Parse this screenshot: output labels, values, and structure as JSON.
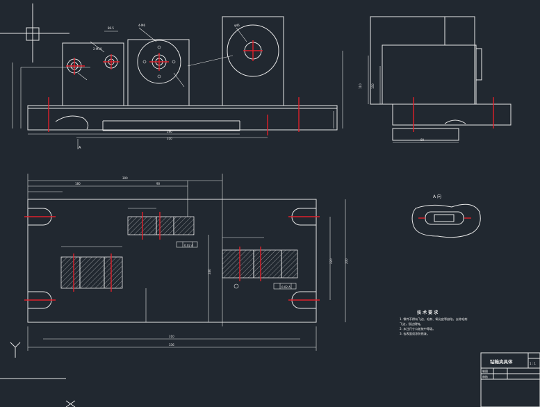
{
  "views": {
    "section_label": "A 向"
  },
  "technical_requirements": {
    "title": "技 术 要 求",
    "items": [
      "1. 零件不得有飞边、毛刺、氧化皮等缺陷，去除毛刺",
      "   飞边，锐边倒钝。",
      "2. 未注尺寸公差按中等级。",
      "3. 各表面须涂防锈漆。"
    ]
  },
  "title_block": {
    "name": "钻箱夹具体",
    "scale": "1 : 1",
    "row1": "制图",
    "row2": "审核"
  },
  "dimensions": {
    "top_left_a": "86.5",
    "top_left_b": "2-M10",
    "top_mid": "4-M6",
    "top_right": "φ46",
    "bottom_total": "300",
    "bottom_inner": "180",
    "bottom_right": "90",
    "bottom_overall": "336",
    "plan_bottom": "310",
    "plan_width": "200",
    "plan_height": "220",
    "left_side": "280",
    "right_side_a": "110",
    "right_side_b": "150",
    "tol_a": "0.02 A",
    "tol_b": "0.02 A",
    "datum": "A"
  },
  "colors": {
    "background": "#212830",
    "lines": "#e8e8e8",
    "centerlines": "#e0202a"
  }
}
